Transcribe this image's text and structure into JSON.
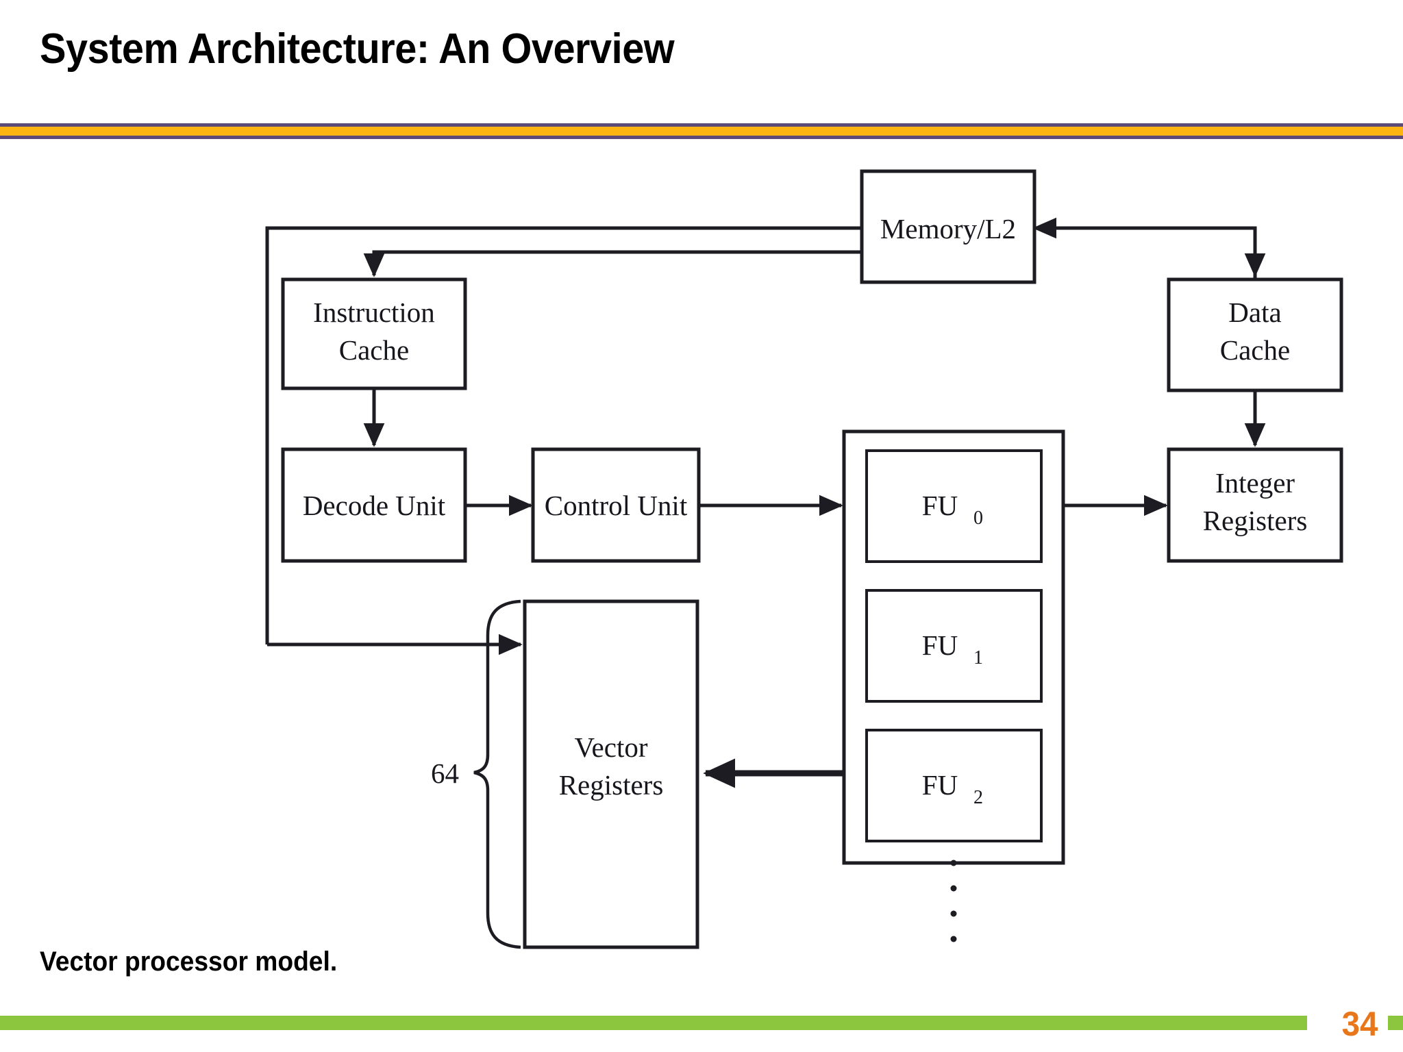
{
  "slide": {
    "title": "System Architecture: An Overview",
    "page_number": "34",
    "caption": "Vector processor model.",
    "colors": {
      "divider_outer": "#5C4A78",
      "divider_inner": "#FFB511",
      "footer_bar": "#8CC63E",
      "page_number": "#E8761B",
      "diagram_line": "#1C1C22",
      "background": "#FFFFFF"
    }
  },
  "diagram": {
    "name": "vector-processor-block-diagram",
    "nodes": [
      {
        "id": "memory_l2",
        "label": "Memory/L2",
        "label_lines": [
          "Memory/L2"
        ]
      },
      {
        "id": "instruction_cache",
        "label": "Instruction Cache",
        "label_lines": [
          "Instruction",
          "Cache"
        ]
      },
      {
        "id": "data_cache",
        "label": "Data Cache",
        "label_lines": [
          "Data",
          "Cache"
        ]
      },
      {
        "id": "decode_unit",
        "label": "Decode Unit",
        "label_lines": [
          "Decode Unit"
        ]
      },
      {
        "id": "control_unit",
        "label": "Control Unit",
        "label_lines": [
          "Control Unit"
        ]
      },
      {
        "id": "integer_registers",
        "label": "Integer Registers",
        "label_lines": [
          "Integer",
          "Registers"
        ]
      },
      {
        "id": "vector_registers",
        "label": "Vector Registers",
        "label_lines": [
          "Vector",
          "Registers"
        ]
      },
      {
        "id": "fu0",
        "label": "FU0",
        "base": "FU",
        "sub": "0"
      },
      {
        "id": "fu1",
        "label": "FU1",
        "base": "FU",
        "sub": "1"
      },
      {
        "id": "fu2",
        "label": "FU2",
        "base": "FU",
        "sub": "2"
      }
    ],
    "annotations": [
      {
        "id": "vector_register_count",
        "text": "64",
        "attached_to": "vector_registers"
      },
      {
        "id": "fu_ellipsis",
        "text": "⋮",
        "attached_to": "functional_unit_stack"
      }
    ],
    "edges": [
      {
        "from": "memory_l2",
        "to": "vector_registers"
      },
      {
        "from": "memory_l2",
        "to": "instruction_cache"
      },
      {
        "from": "instruction_cache",
        "to": "decode_unit"
      },
      {
        "from": "decode_unit",
        "to": "control_unit"
      },
      {
        "from": "control_unit",
        "to": "functional_unit_stack"
      },
      {
        "from": "data_cache",
        "to": "memory_l2"
      },
      {
        "from": "data_cache",
        "to": "integer_registers"
      },
      {
        "from": "functional_unit_stack",
        "to": "integer_registers"
      },
      {
        "from": "functional_unit_stack",
        "to": "vector_registers"
      },
      {
        "from": "fu0",
        "to": "fu1"
      },
      {
        "from": "fu1",
        "to": "fu2"
      }
    ]
  }
}
